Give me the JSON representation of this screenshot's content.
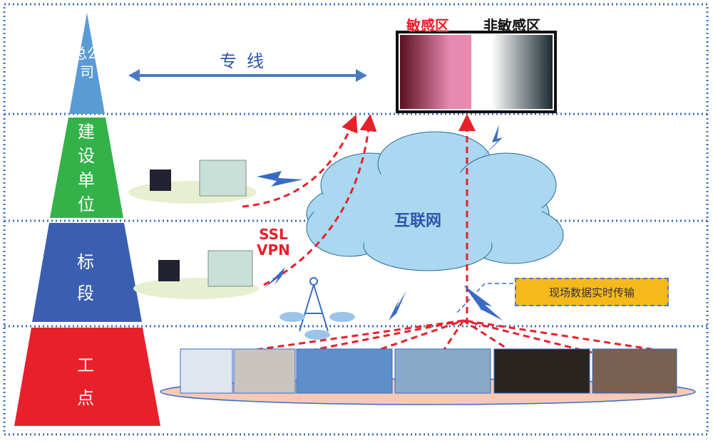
{
  "tiers": [
    {
      "label": "总公司",
      "color": "#5b9bd5"
    },
    {
      "label": "建设单位",
      "color": "#33b24a"
    },
    {
      "label": "标段",
      "color": "#3b5fb0"
    },
    {
      "label": "工点",
      "color": "#e8202a"
    }
  ],
  "dedicated_line_label": "专线",
  "sensitive_zone_label": "敏感区",
  "non_sensitive_zone_label": "非敏感区",
  "internet_label": "互联网",
  "vpn_label_line1": "SSL",
  "vpn_label_line2": "VPN",
  "realtime_transfer_label": "现场数据实时传输",
  "colors": {
    "divider": "#3a6bc4",
    "arrow_red": "#e8202a",
    "cloud": "#a9d8f0",
    "callout": "#f5b91c"
  }
}
